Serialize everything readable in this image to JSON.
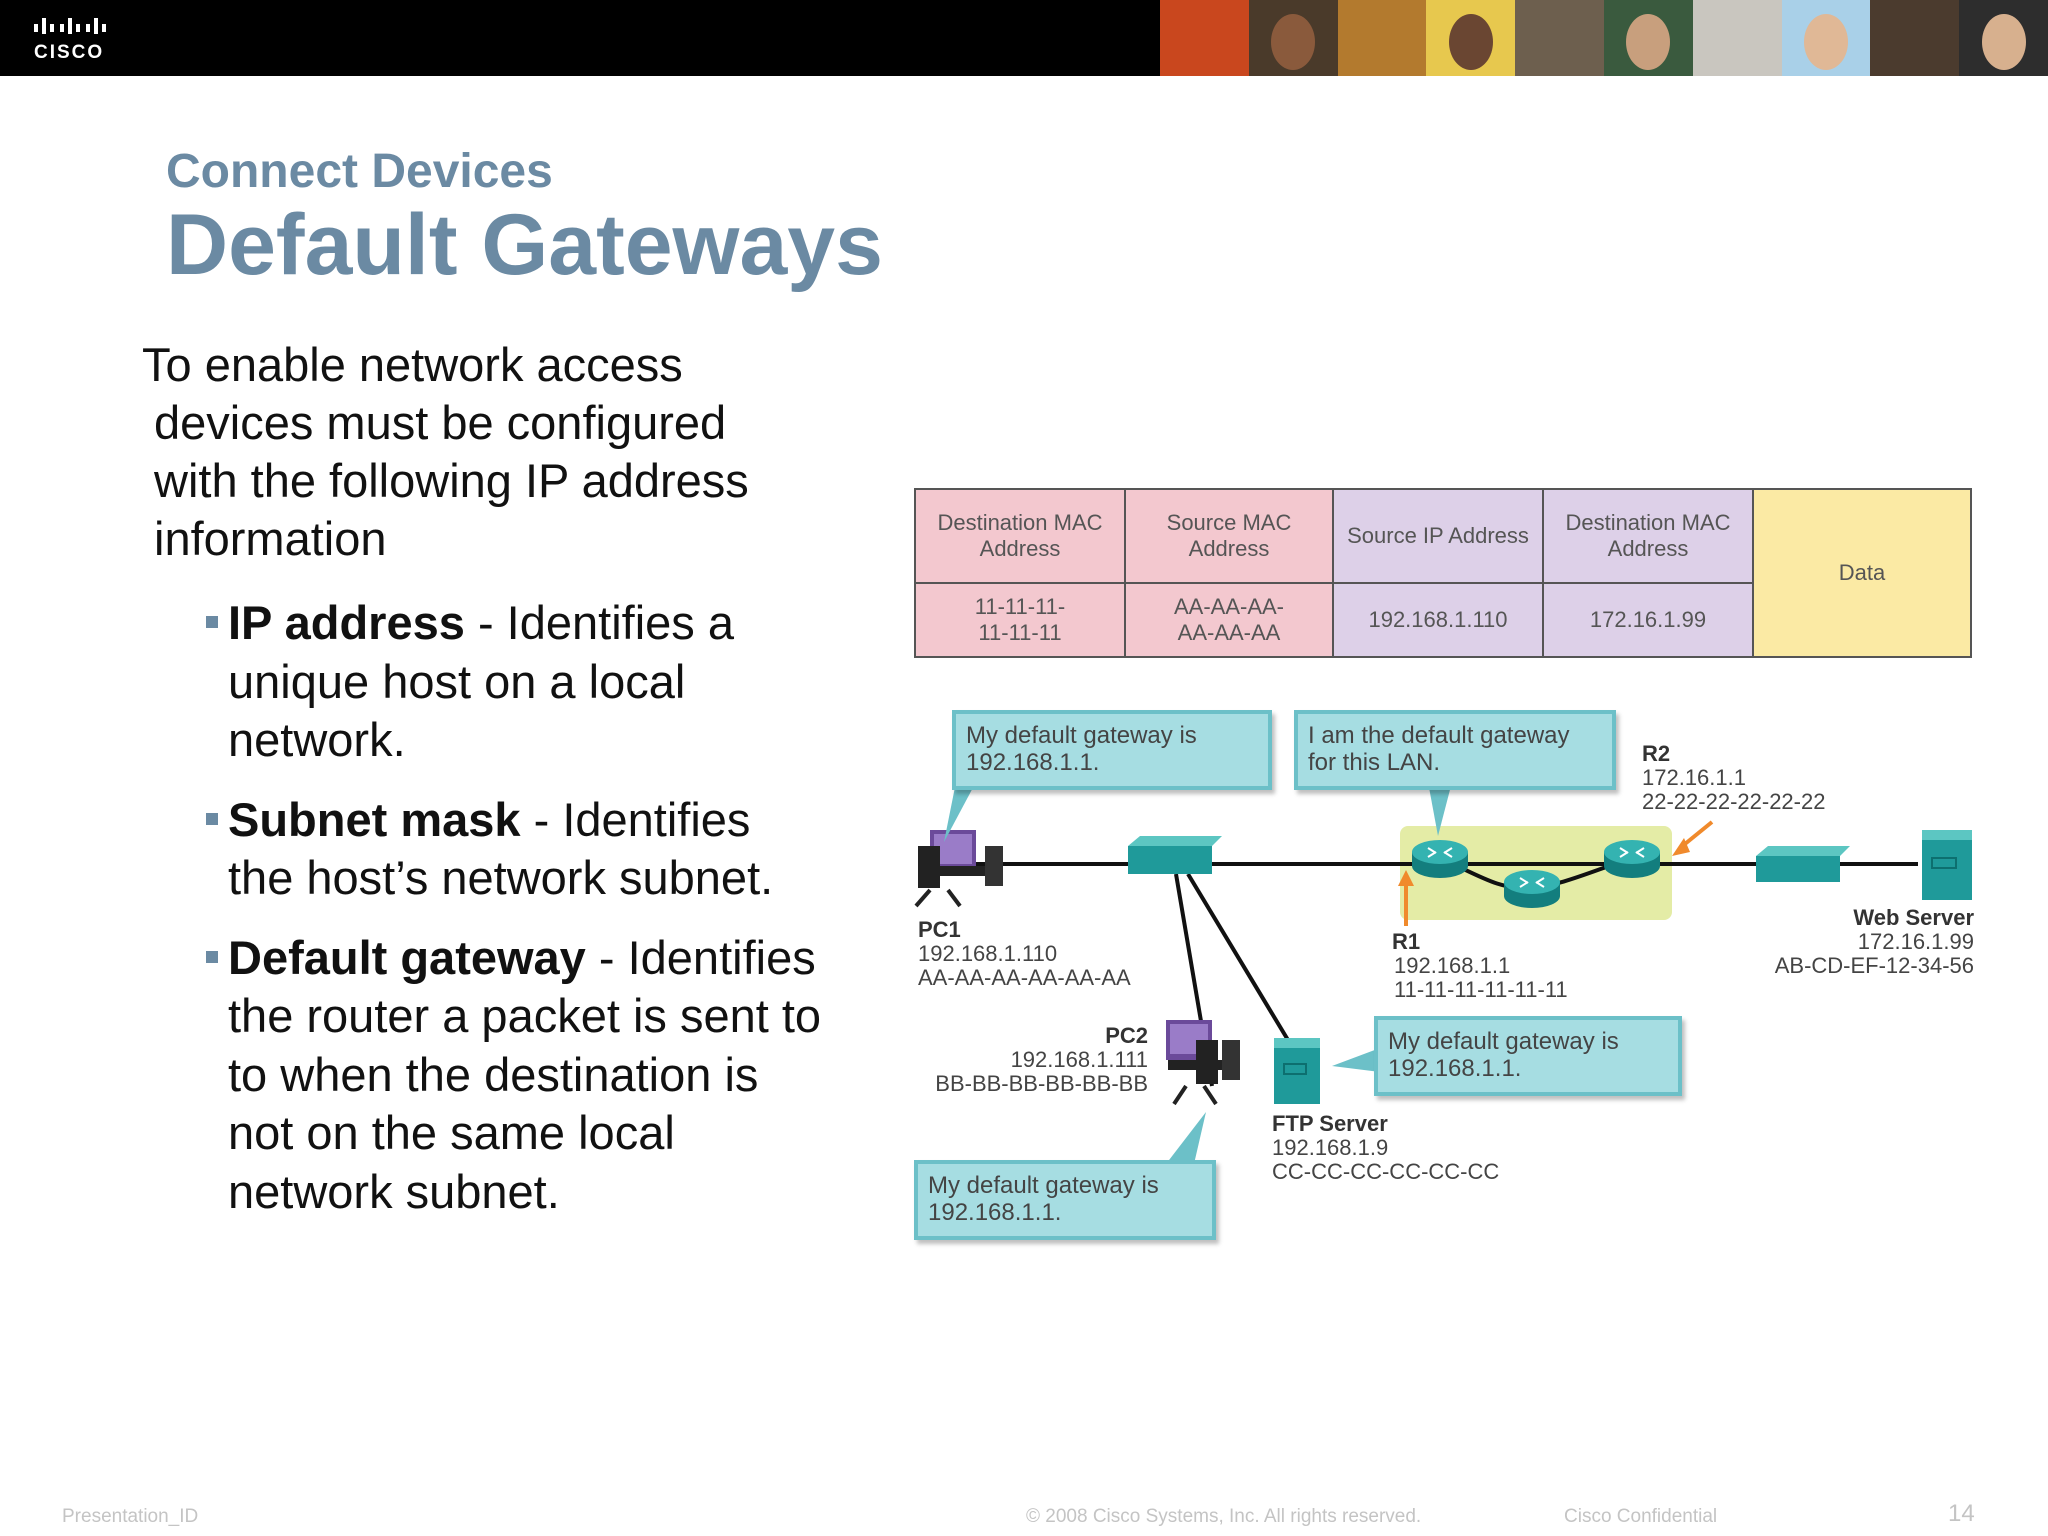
{
  "header": {
    "logo_text": "CISCO",
    "logo_icon": "cisco-bars-icon",
    "photo_colors": [
      "#c9471e",
      "#4a3a2a",
      "#b37a2e",
      "#e7c84e",
      "#6d5f4e",
      "#3a5a3e",
      "#c9c6bf",
      "#a9d0e8",
      "#4b3b2e",
      "#2d2d2d"
    ]
  },
  "slide": {
    "subtitle": "Connect Devices",
    "title": "Default Gateways",
    "intro": [
      "To enable network access",
      "devices must be configured",
      "with the following IP address",
      "information"
    ],
    "bullets": [
      {
        "term": "IP address",
        "text": " - Identifies a unique host on a local network."
      },
      {
        "term": "Subnet mask",
        "text": " - Identifies the host’s network subnet."
      },
      {
        "term": "Default gateway",
        "text": " - Identifies the router a packet is sent to to when the destination is not on the same local network subnet."
      }
    ]
  },
  "frame": {
    "headers": [
      "Destination MAC Address",
      "Source MAC Address",
      "Source IP Address",
      "Destination MAC Address",
      "Data"
    ],
    "values": [
      "11-11-11-\n11-11-11",
      "AA-AA-AA-\nAA-AA-AA",
      "192.168.1.110",
      "172.16.1.99"
    ],
    "colors": {
      "mac": "#f3c8cf",
      "ip": "#ddd0e8",
      "data": "#fbeaa4"
    }
  },
  "network": {
    "callouts": {
      "pc1": "My default gateway is 192.168.1.1.",
      "r1": "I am the default gateway for this LAN.",
      "ftp": "My default gateway is 192.168.1.1.",
      "pc2": "My default gateway is 192.168.1.1."
    },
    "devices": {
      "pc1": {
        "name": "PC1",
        "ip": "192.168.1.110",
        "mac": "AA-AA-AA-AA-AA-AA"
      },
      "pc2": {
        "name": "PC2",
        "ip": "192.168.1.111",
        "mac": "BB-BB-BB-BB-BB-BB"
      },
      "r1": {
        "name": "R1",
        "ip": "192.168.1.1",
        "mac": "11-11-11-11-11-11"
      },
      "r2": {
        "name": "R2",
        "ip": "172.16.1.1",
        "mac": "22-22-22-22-22-22"
      },
      "web": {
        "name": "Web Server",
        "ip": "172.16.1.99",
        "mac": "AB-CD-EF-12-34-56"
      },
      "ftp": {
        "name": "FTP Server",
        "ip": "192.168.1.9",
        "mac": "CC-CC-CC-CC-CC-CC"
      }
    },
    "colors": {
      "device": "#1f9a9a",
      "wan_zone": "#e4eca6",
      "arrow": "#f08a2c",
      "callout": "#a6dde2"
    }
  },
  "footer": {
    "presentation_id": "Presentation_ID",
    "copyright": "© 2008 Cisco Systems, Inc. All rights reserved.",
    "confidential": "Cisco Confidential",
    "page": "14"
  }
}
